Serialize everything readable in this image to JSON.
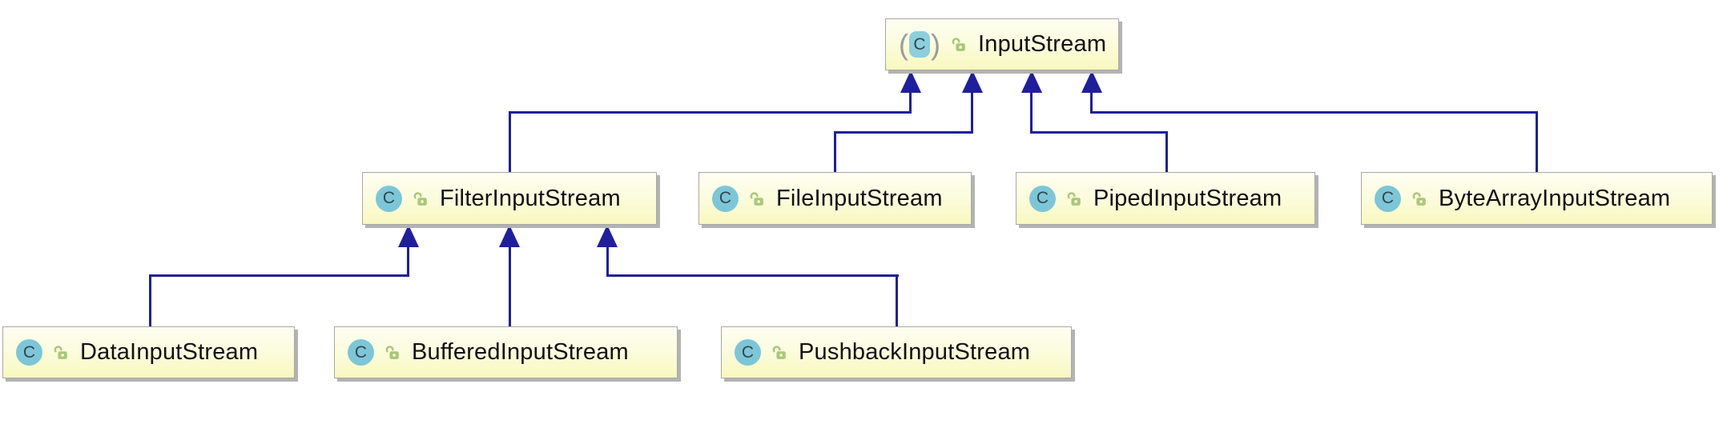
{
  "diagram": {
    "type": "uml-class-hierarchy",
    "colors": {
      "background": "#ffffff",
      "edge": "#1f1f9e",
      "node_fill_top": "#fefef2",
      "node_fill_bottom": "#f8f8bf",
      "node_border": "#a8a8a8",
      "class_icon": "#7cc6d8",
      "lock_icon": "#a9c87b"
    },
    "class_icon": {
      "letter": "C",
      "abstract_paren_open": "(",
      "abstract_paren_close": ")"
    },
    "nodes": [
      {
        "id": "InputStream",
        "label": "InputStream",
        "abstract": true,
        "visibility": "public"
      },
      {
        "id": "FilterInputStream",
        "label": "FilterInputStream",
        "abstract": false,
        "visibility": "public"
      },
      {
        "id": "FileInputStream",
        "label": "FileInputStream",
        "abstract": false,
        "visibility": "public"
      },
      {
        "id": "PipedInputStream",
        "label": "PipedInputStream",
        "abstract": false,
        "visibility": "public"
      },
      {
        "id": "ByteArrayInputStream",
        "label": "ByteArrayInputStream",
        "abstract": false,
        "visibility": "public"
      },
      {
        "id": "DataInputStream",
        "label": "DataInputStream",
        "abstract": false,
        "visibility": "public"
      },
      {
        "id": "BufferedInputStream",
        "label": "BufferedInputStream",
        "abstract": false,
        "visibility": "public"
      },
      {
        "id": "PushbackInputStream",
        "label": "PushbackInputStream",
        "abstract": false,
        "visibility": "public"
      }
    ],
    "relationships": [
      {
        "child": "FilterInputStream",
        "parent": "InputStream",
        "type": "extends"
      },
      {
        "child": "FileInputStream",
        "parent": "InputStream",
        "type": "extends"
      },
      {
        "child": "PipedInputStream",
        "parent": "InputStream",
        "type": "extends"
      },
      {
        "child": "ByteArrayInputStream",
        "parent": "InputStream",
        "type": "extends"
      },
      {
        "child": "DataInputStream",
        "parent": "FilterInputStream",
        "type": "extends"
      },
      {
        "child": "BufferedInputStream",
        "parent": "FilterInputStream",
        "type": "extends"
      },
      {
        "child": "PushbackInputStream",
        "parent": "FilterInputStream",
        "type": "extends"
      }
    ]
  }
}
